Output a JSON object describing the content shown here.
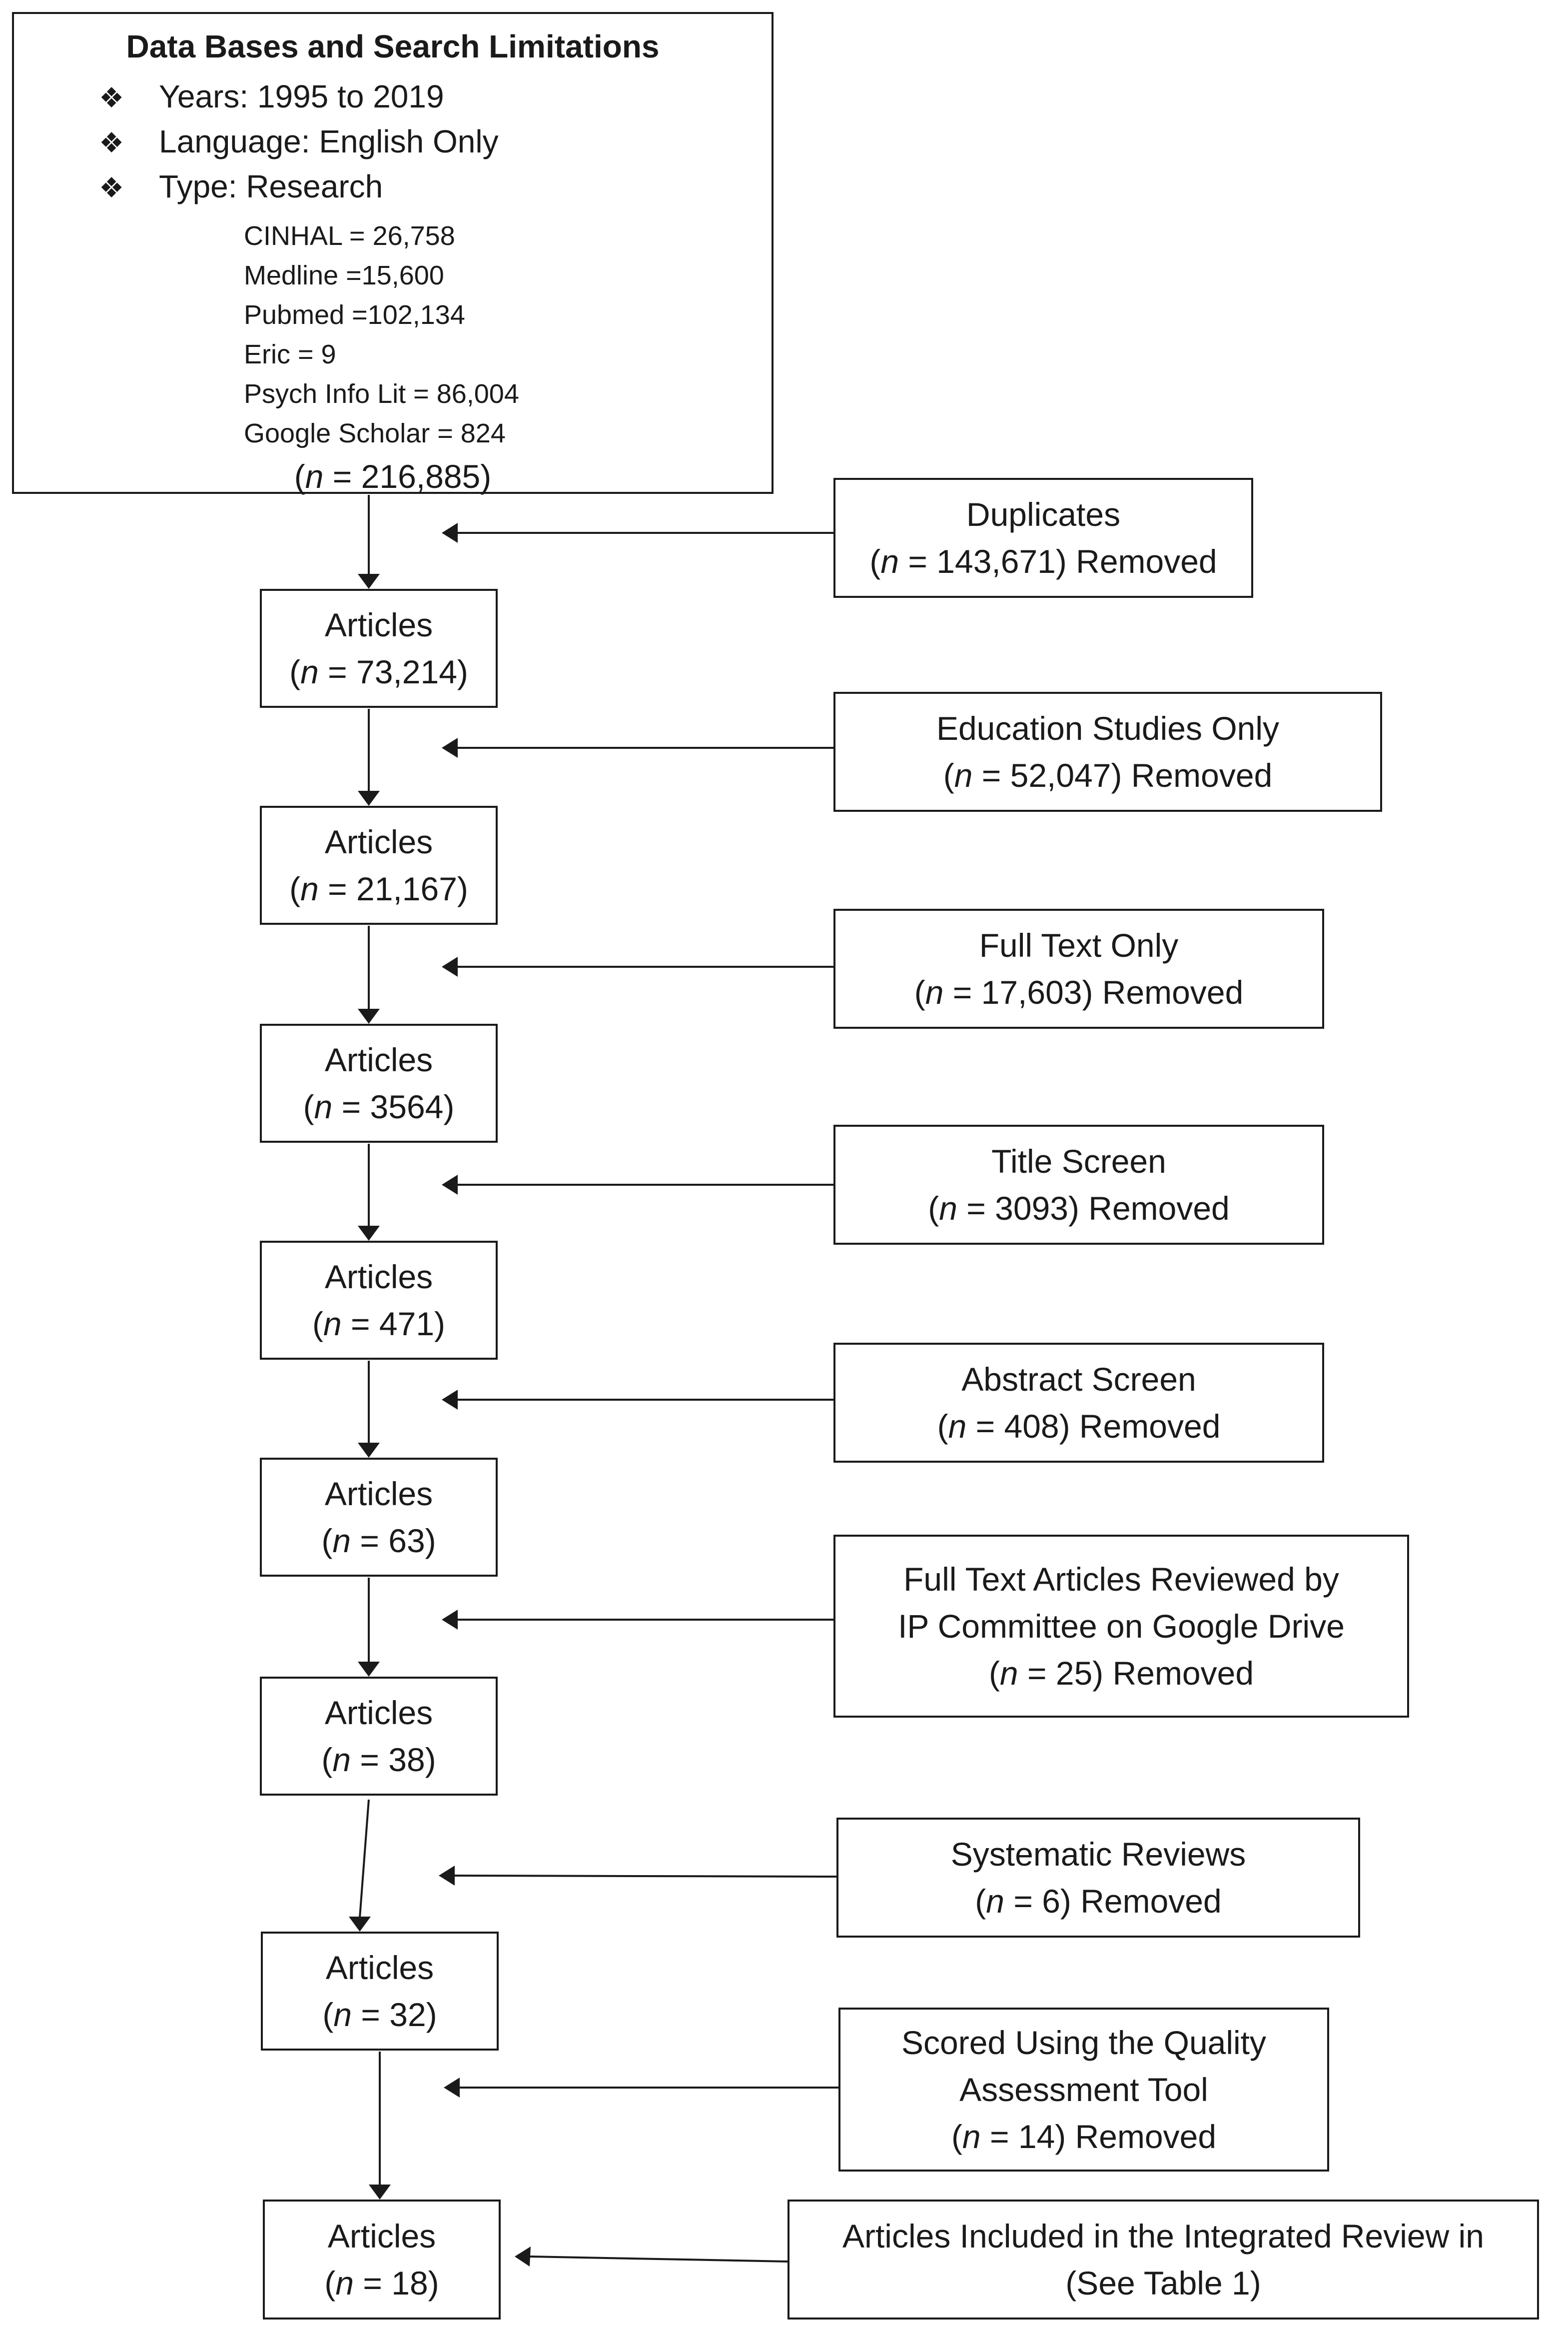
{
  "databases": {
    "title": "Data Bases and Search Limitations",
    "criteria": [
      {
        "bullet": "❖",
        "text": "Years: 1995  to 2019"
      },
      {
        "bullet": "❖",
        "text": "Language: English Only"
      },
      {
        "bullet": "❖",
        "text": "Type: Research"
      }
    ],
    "sources": [
      "CINHAL = 26,758",
      "Medline =15,600",
      "Pubmed =102,134",
      "Eric = 9",
      "Psych Info Lit = 86,004",
      "Google Scholar = 824"
    ],
    "total": {
      "open": "(",
      "n": "n",
      "rest": " = 216,885)"
    }
  },
  "articles": [
    {
      "label": "Articles",
      "n": "n",
      "rest": " = 73,214)"
    },
    {
      "label": "Articles",
      "n": "n",
      "rest": " = 21,167)"
    },
    {
      "label": "Articles",
      "n": "n",
      "rest": " = 3564)"
    },
    {
      "label": "Articles",
      "n": "n",
      "rest": " = 471)"
    },
    {
      "label": "Articles",
      "n": "n",
      "rest": " = 63)"
    },
    {
      "label": "Articles",
      "n": "n",
      "rest": " = 38)"
    },
    {
      "label": "Articles",
      "n": "n",
      "rest": " = 32)"
    },
    {
      "label": "Articles",
      "n": "n",
      "rest": " = 18)"
    }
  ],
  "removals": [
    {
      "lines": [
        "Duplicates"
      ],
      "n": "n",
      "rest": " = 143,671)  Removed"
    },
    {
      "lines": [
        "Education Studies Only"
      ],
      "n": "n",
      "rest": " = 52,047)  Removed"
    },
    {
      "lines": [
        "Full Text Only"
      ],
      "n": "n",
      "rest": " = 17,603)  Removed"
    },
    {
      "lines": [
        "Title Screen"
      ],
      "n": "n",
      "rest": " = 3093)  Removed"
    },
    {
      "lines": [
        "Abstract Screen"
      ],
      "n": "n",
      "rest": " = 408)  Removed"
    },
    {
      "lines": [
        "Full Text Articles Reviewed by",
        "IP Committee on  Google Drive"
      ],
      "n": "n",
      "rest": " = 25)  Removed"
    },
    {
      "lines": [
        "Systematic Reviews"
      ],
      "n": "n",
      "rest": " = 6)  Removed"
    },
    {
      "lines": [
        "Scored  Using the Quality",
        "Assessment Tool"
      ],
      "n": "n",
      "rest": " = 14)  Removed"
    }
  ],
  "final": {
    "lines": [
      "Articles Included  in the Integrated Review in",
      "(See Table 1)"
    ]
  },
  "open_paren": "("
}
